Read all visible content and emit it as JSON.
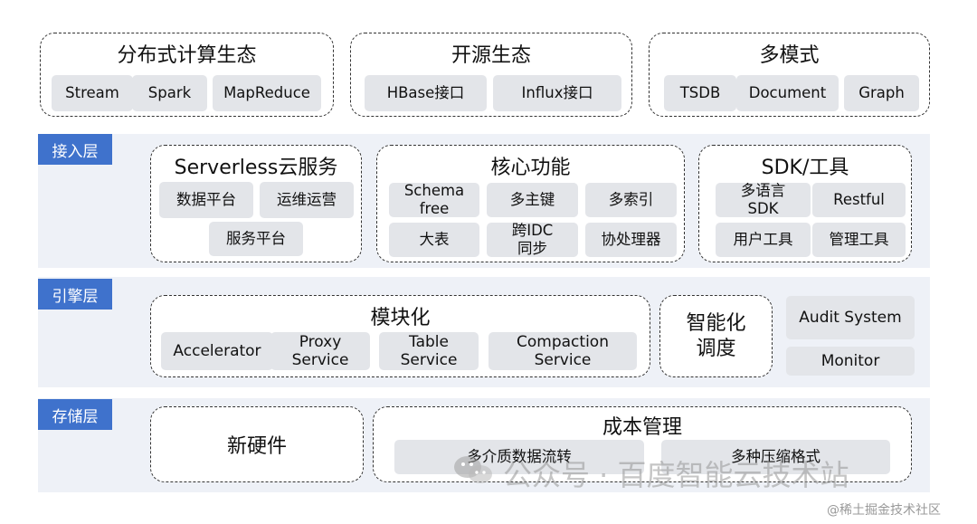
{
  "top": [
    {
      "title": "分布式计算生态",
      "items": [
        "Stream",
        "Spark",
        "MapReduce"
      ]
    },
    {
      "title": "开源生态",
      "items": [
        "HBase接口",
        "Influx接口"
      ]
    },
    {
      "title": "多模式",
      "items": [
        "TSDB",
        "Document",
        "Graph"
      ]
    }
  ],
  "access": {
    "label": "接入层",
    "serverless": {
      "title": "Serverless云服务",
      "items": [
        "数据平台",
        "运维运营",
        "服务平台"
      ]
    },
    "core": {
      "title": "核心功能",
      "items": [
        "Schema\nfree",
        "多主键",
        "多索引",
        "大表",
        "跨IDC\n同步",
        "协处理器"
      ]
    },
    "sdk": {
      "title": "SDK/工具",
      "items": [
        "多语言\nSDK",
        "Restful",
        "用户工具",
        "管理工具"
      ]
    }
  },
  "engine": {
    "label": "引擎层",
    "modular": {
      "title": "模块化",
      "items": [
        "Accelerator",
        "Proxy\nService",
        "Table\nService",
        "Compaction\nService"
      ]
    },
    "smart": "智能化\n调度",
    "audit": "Audit System",
    "monitor": "Monitor"
  },
  "storage": {
    "label": "存储层",
    "hardware": "新硬件",
    "cost": {
      "title": "成本管理",
      "items": [
        "多介质数据流转",
        "多种压缩格式"
      ]
    }
  },
  "watermark": "公众号 · 百度智能云技术站",
  "credit": "@稀土掘金技术社区"
}
